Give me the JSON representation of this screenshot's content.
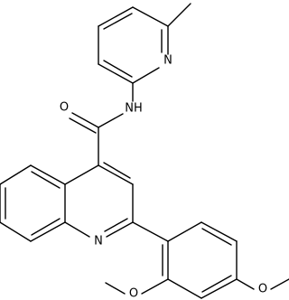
{
  "atoms": {
    "n_pyridine": "N",
    "nh_amide": "NH",
    "o_carbonyl": "O",
    "n_quinoline": "N",
    "o_methoxy_ortho": "O",
    "o_methoxy_para": "O"
  }
}
